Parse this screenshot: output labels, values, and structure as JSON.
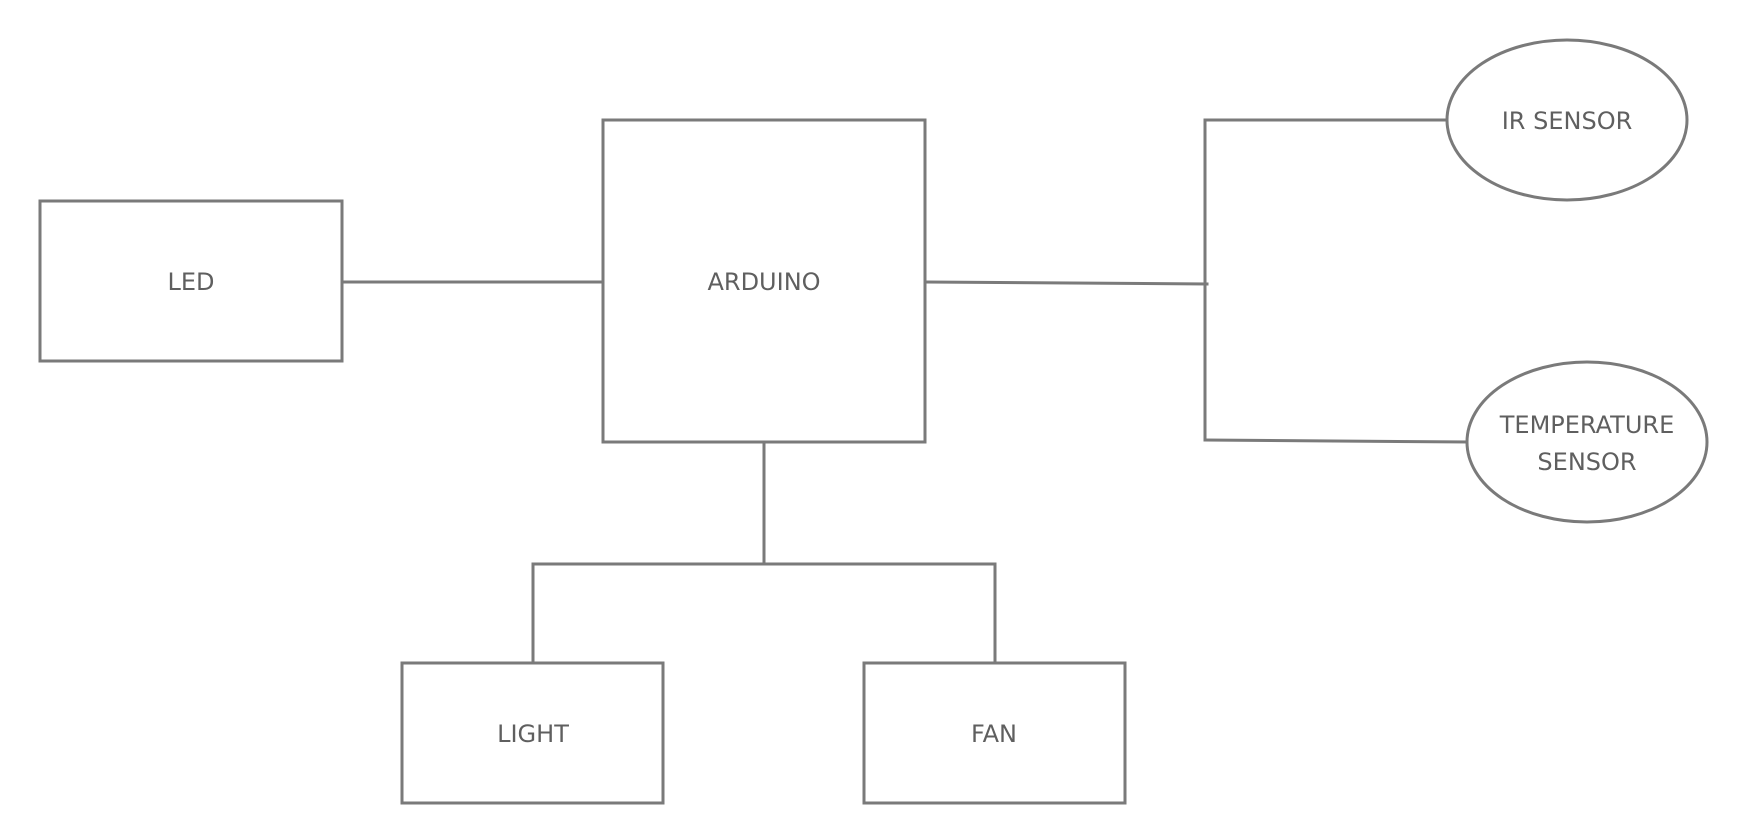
{
  "colors": {
    "stroke": "#7a7a7a",
    "text": "#5f5f5f",
    "background": "#ffffff"
  },
  "nodes": {
    "led": {
      "label": "LED"
    },
    "arduino": {
      "label": "ARDUINO"
    },
    "ir_sensor": {
      "label": "IR SENSOR"
    },
    "temperature_sensor": {
      "label_line1": "TEMPERATURE",
      "label_line2": "SENSOR"
    },
    "light": {
      "label": "LIGHT"
    },
    "fan": {
      "label": "FAN"
    }
  }
}
